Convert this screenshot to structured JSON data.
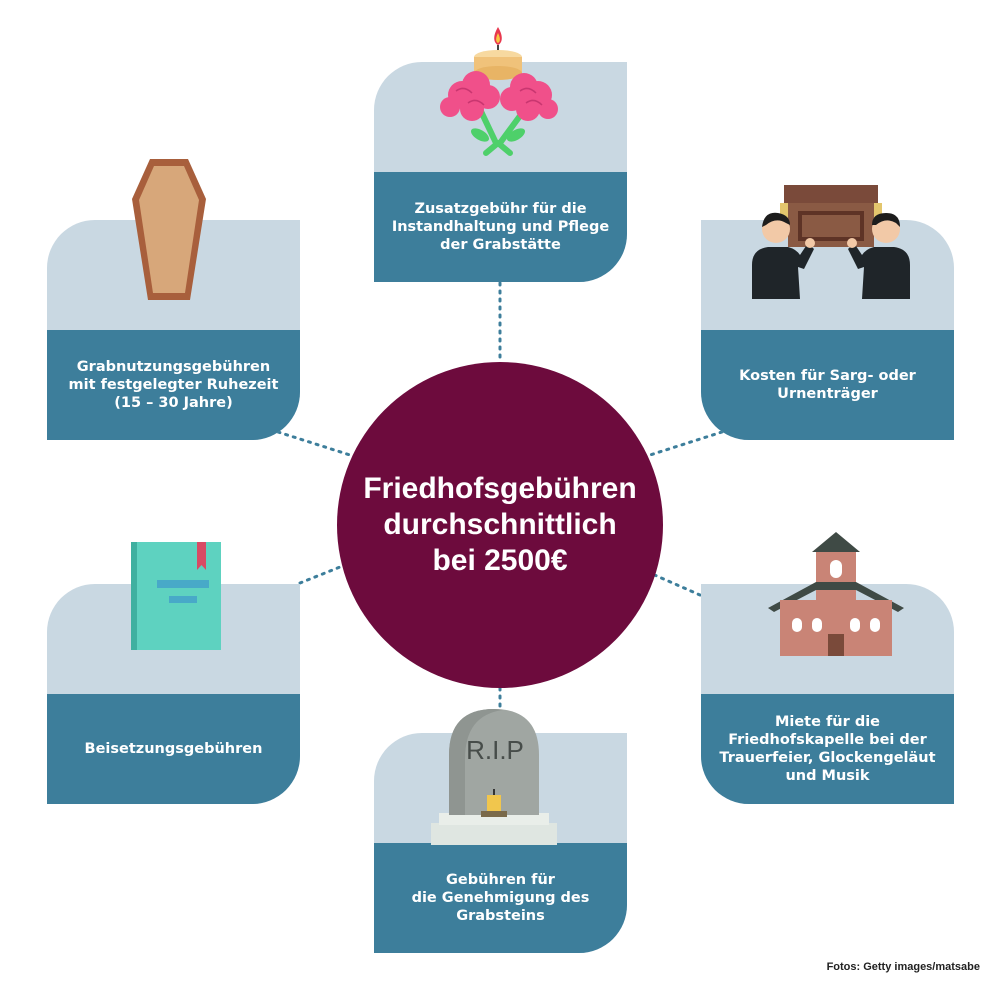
{
  "center": {
    "title": "Friedhofsgebühren\ndurchschnittlich\nbei 2500€",
    "color": "#6d0b3d"
  },
  "cards": [
    {
      "key": "grave",
      "label": "Zusatzgebühr für die\nInstandhaltung und Pflege\nder Grabstätte",
      "icon": "candle-flowers-icon"
    },
    {
      "key": "usage",
      "label": "Grabnutzungsgebühren\nmit festgelegter Ruhezeit\n(15 – 30 Jahre)",
      "icon": "coffin-icon"
    },
    {
      "key": "bearers",
      "label": "Kosten für Sarg- oder\nUrnenträger",
      "icon": "pallbearers-icon"
    },
    {
      "key": "burial",
      "label": "Beisetzungsgebühren",
      "icon": "book-icon"
    },
    {
      "key": "chapel",
      "label": "Miete für die\nFriedhofskapelle bei der\nTrauerfeier, Glockengeläut\nund Musik",
      "icon": "chapel-icon"
    },
    {
      "key": "stone",
      "label": "Gebühren für\ndie Genehmigung des\nGrabsteins",
      "icon": "tombstone-icon"
    }
  ],
  "tombstone_text": "R.I.P",
  "credit": "Fotos: Getty images/matsabe",
  "colors": {
    "card_top": "#c9d8e2",
    "card_label": "#3d7e9b",
    "connector": "#3d7e9b"
  }
}
